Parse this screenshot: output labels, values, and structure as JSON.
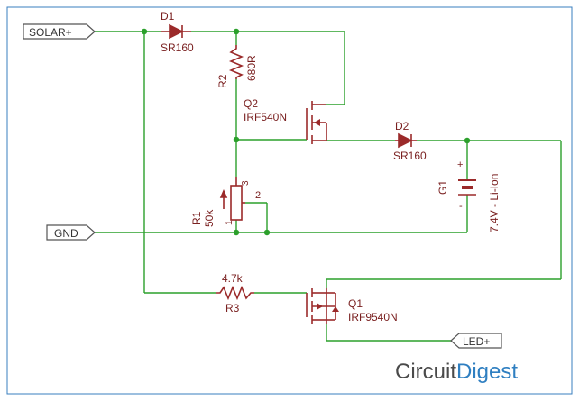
{
  "ports": {
    "solar": "SOLAR+",
    "gnd": "GND",
    "led": "LED+"
  },
  "components": {
    "d1": {
      "ref": "D1",
      "value": "SR160"
    },
    "d2": {
      "ref": "D2",
      "value": "SR160"
    },
    "r2": {
      "ref": "R2",
      "value": "680R"
    },
    "q2": {
      "ref": "Q2",
      "value": "IRF540N"
    },
    "r1": {
      "ref": "R1",
      "value": "50k",
      "pin1": "1",
      "pin2": "2",
      "pin3": "3"
    },
    "g1": {
      "ref": "G1",
      "value": "7.4V - Li-Ion",
      "plus": "+",
      "minus": "-"
    },
    "r3": {
      "ref": "R3",
      "value": "4.7k"
    },
    "q1": {
      "ref": "Q1",
      "value": "IRF9540N"
    }
  },
  "logo": {
    "part1": "Circuit",
    "part2": "Digest"
  },
  "colors": {
    "wire": "#2ca02c",
    "component": "#9b2a2a",
    "label": "#7a2020",
    "junction": "#2ca02c",
    "border": "#3a7fbf",
    "logo_circuit": "#4a4a4a",
    "logo_digest": "#2f7fc1"
  }
}
